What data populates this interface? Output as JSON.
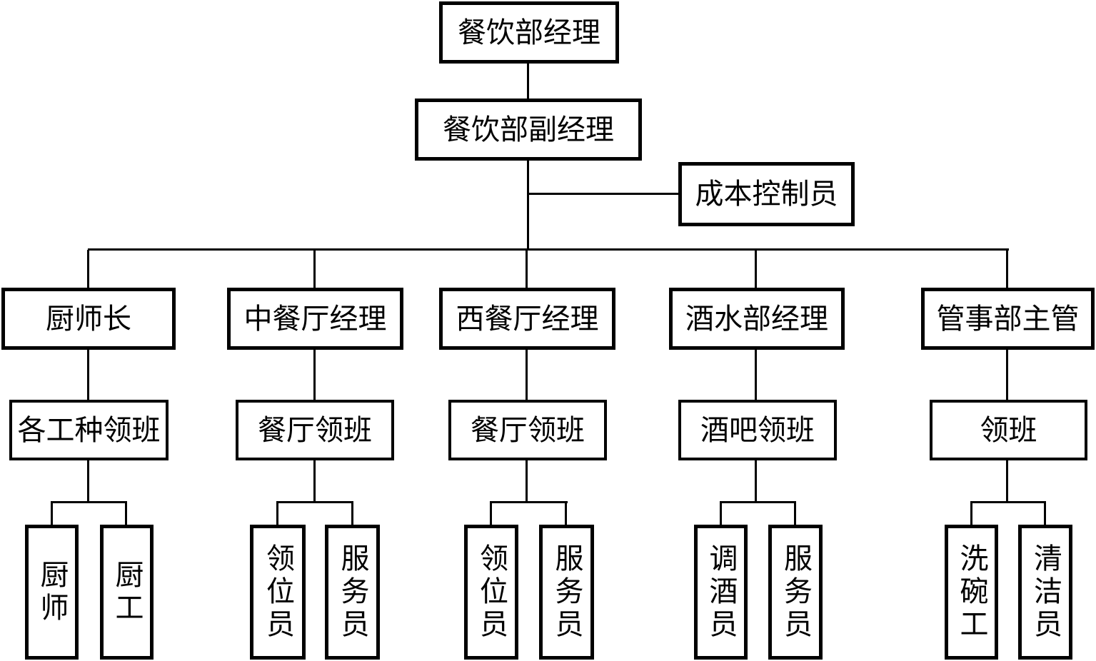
{
  "org": {
    "top_manager": {
      "label": "餐饮部经理"
    },
    "deputy_manager": {
      "label": "餐饮部副经理"
    },
    "cost_controller": {
      "label": "成本控制员"
    },
    "branches": [
      {
        "manager": "厨师长",
        "foreman": "各工种领班",
        "staff": [
          "厨师",
          "厨工"
        ]
      },
      {
        "manager": "中餐厅经理",
        "foreman": "餐厅领班",
        "staff": [
          "领位员",
          "服务员"
        ]
      },
      {
        "manager": "西餐厅经理",
        "foreman": "餐厅领班",
        "staff": [
          "领位员",
          "服务员"
        ]
      },
      {
        "manager": "酒水部经理",
        "foreman": "酒吧领班",
        "staff": [
          "调酒员",
          "服务员"
        ]
      },
      {
        "manager": "管事部主管",
        "foreman": "领班",
        "staff": [
          "洗碗工",
          "清洁员"
        ]
      }
    ],
    "colors": {
      "line": "#000000",
      "background": "#ffffff",
      "text": "#000000"
    }
  }
}
